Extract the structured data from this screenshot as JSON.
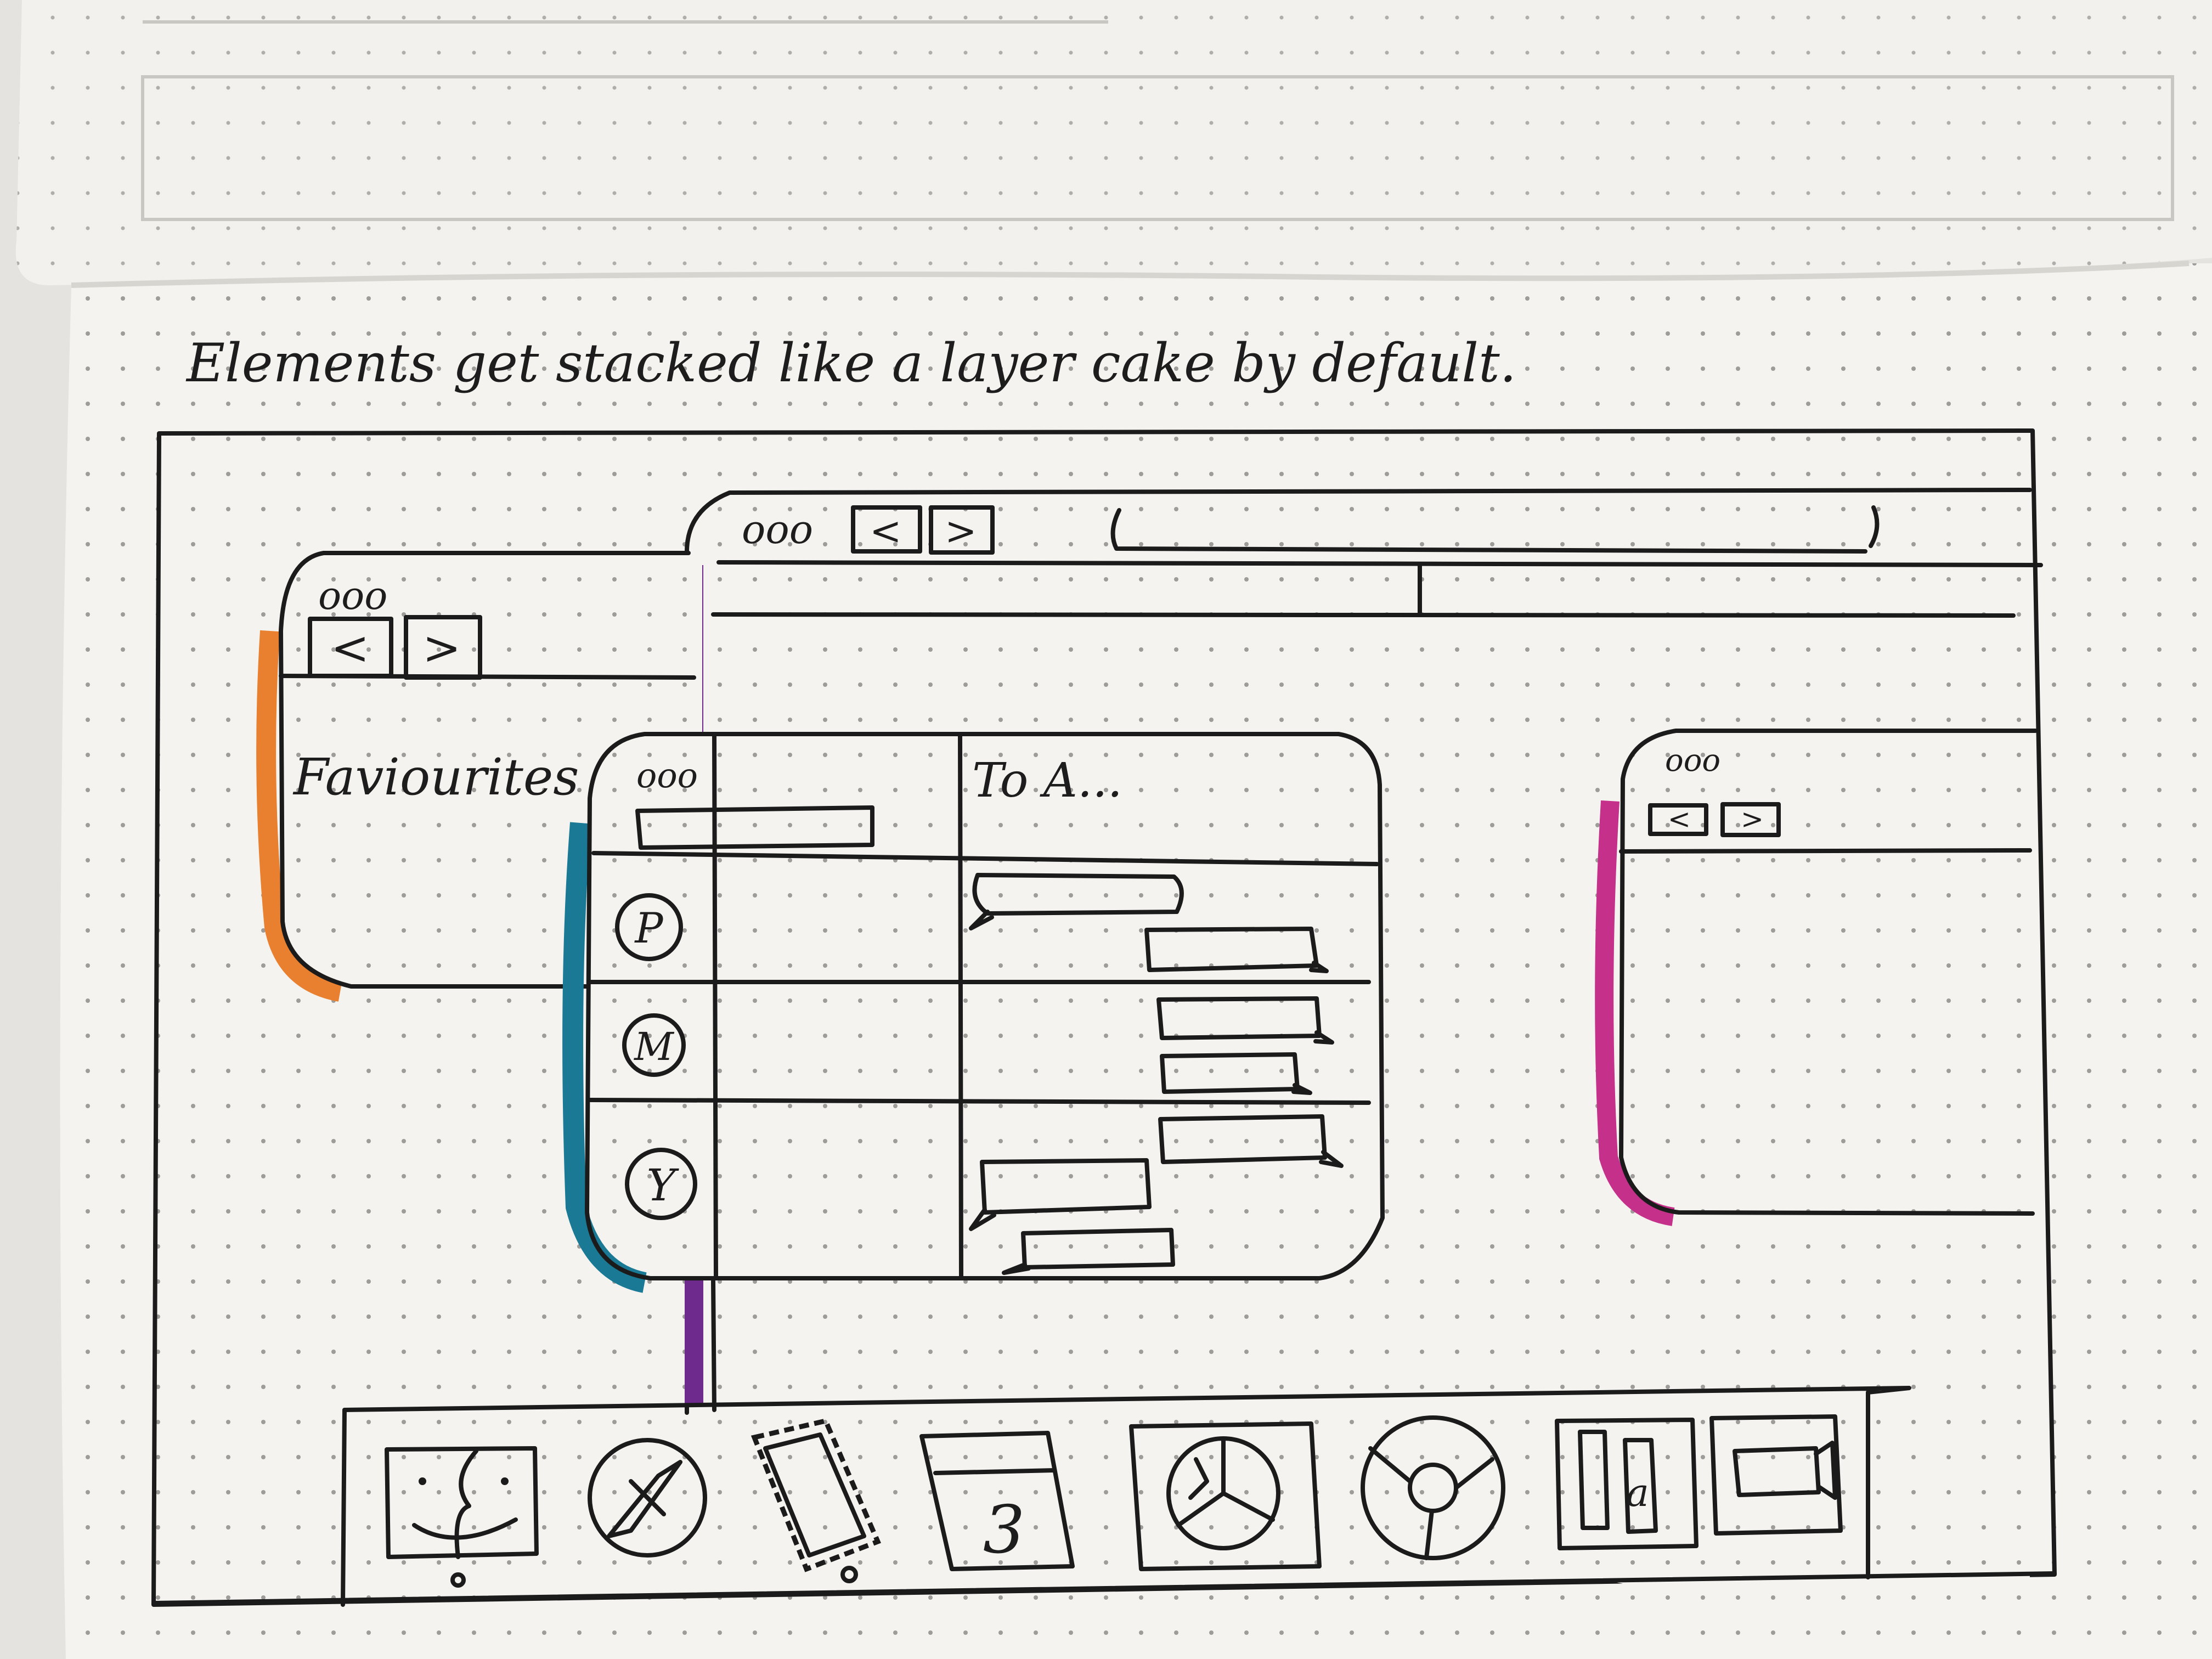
{
  "caption": "Elements get stacked like a layer cake by default.",
  "finder_window": {
    "traffic_lights": "ooo",
    "back_button": "<",
    "forward_button": ">",
    "sidebar_heading": "Faviourites"
  },
  "browser_window": {
    "traffic_lights": "ooo",
    "back_button": "<",
    "forward_button": ">"
  },
  "messages_window": {
    "traffic_lights": "ooo",
    "to_field": "To A...",
    "contacts": [
      {
        "initial": "P"
      },
      {
        "initial": "M"
      },
      {
        "initial": "Y"
      }
    ]
  },
  "right_window": {
    "traffic_lights": "ooo",
    "back_button": "<",
    "forward_button": ">"
  },
  "dock": {
    "calendar_day": "3",
    "app_icons": [
      "finder-icon",
      "compass-icon",
      "stamp-icon",
      "calendar-icon",
      "photo-booth-icon",
      "chrome-icon",
      "indesign-icon",
      "facetime-icon"
    ]
  },
  "colors": {
    "paper": "#f4f3ef",
    "ink": "#1b1b1b",
    "orange": "#e8802f",
    "purple": "#6e2a8c",
    "teal": "#1a7a95",
    "magenta": "#c5318a"
  }
}
